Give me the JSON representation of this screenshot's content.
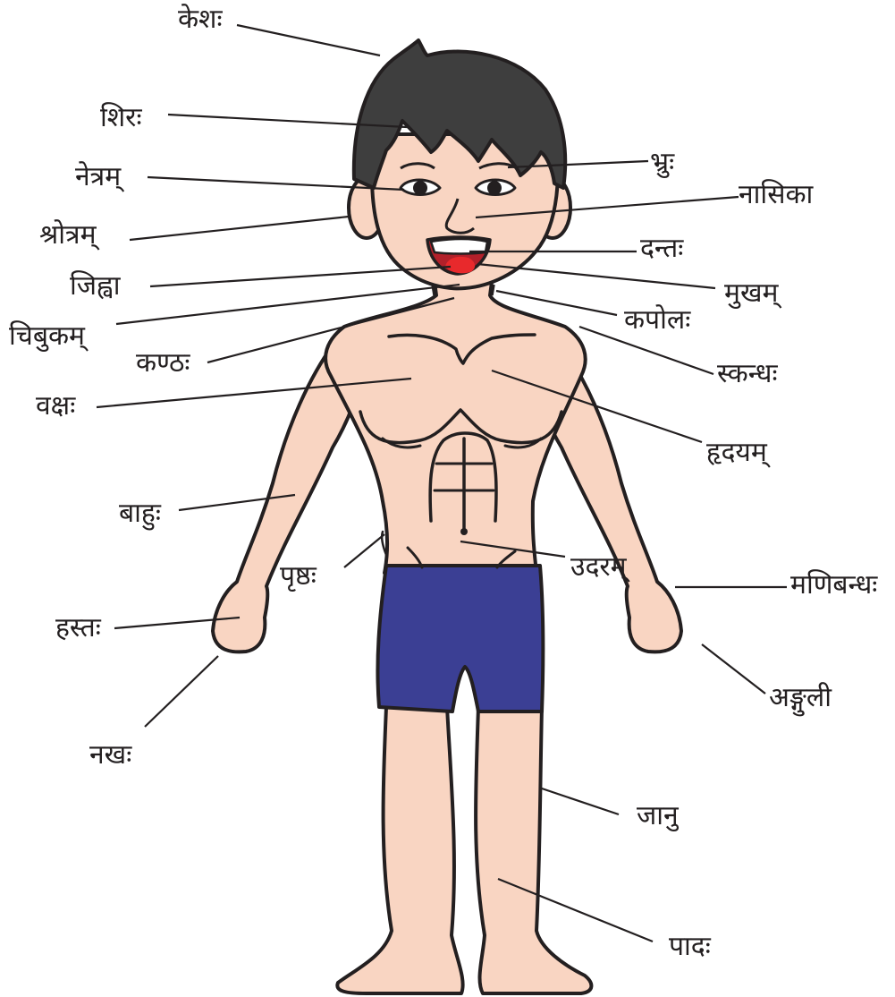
{
  "colors": {
    "skin": "#f9d5c2",
    "outline": "#231f20",
    "hair": "#3e3e3e",
    "shorts": "#3b3f94",
    "tongue": "#e8292c",
    "mouth": "#b2202a"
  },
  "labels": {
    "kesha": "केशः",
    "shira": "शिरः",
    "netram": "नेत्रम्",
    "shrotram": "श्रोत्रम्",
    "jihva": "जिह्वा",
    "chibukam": "चिबुकम्",
    "kantha": "कण्ठः",
    "vaksha": "वक्षः",
    "bahu": "बाहुः",
    "prishtha": "पृष्ठः",
    "hasta": "हस्तः",
    "nakha": "नखः",
    "bhru": "भ्रुः",
    "nasika": "नासिका",
    "danta": "दन्तः",
    "mukham": "मुखम्",
    "kapola": "कपोलः",
    "skandha": "स्कन्धः",
    "hridayam": "हृदयम्",
    "udaram": "उदरम्",
    "manibandha": "मणिबन्धः",
    "anguli": "अङ्गुली",
    "janu": "जानु",
    "pada": "पादः"
  }
}
